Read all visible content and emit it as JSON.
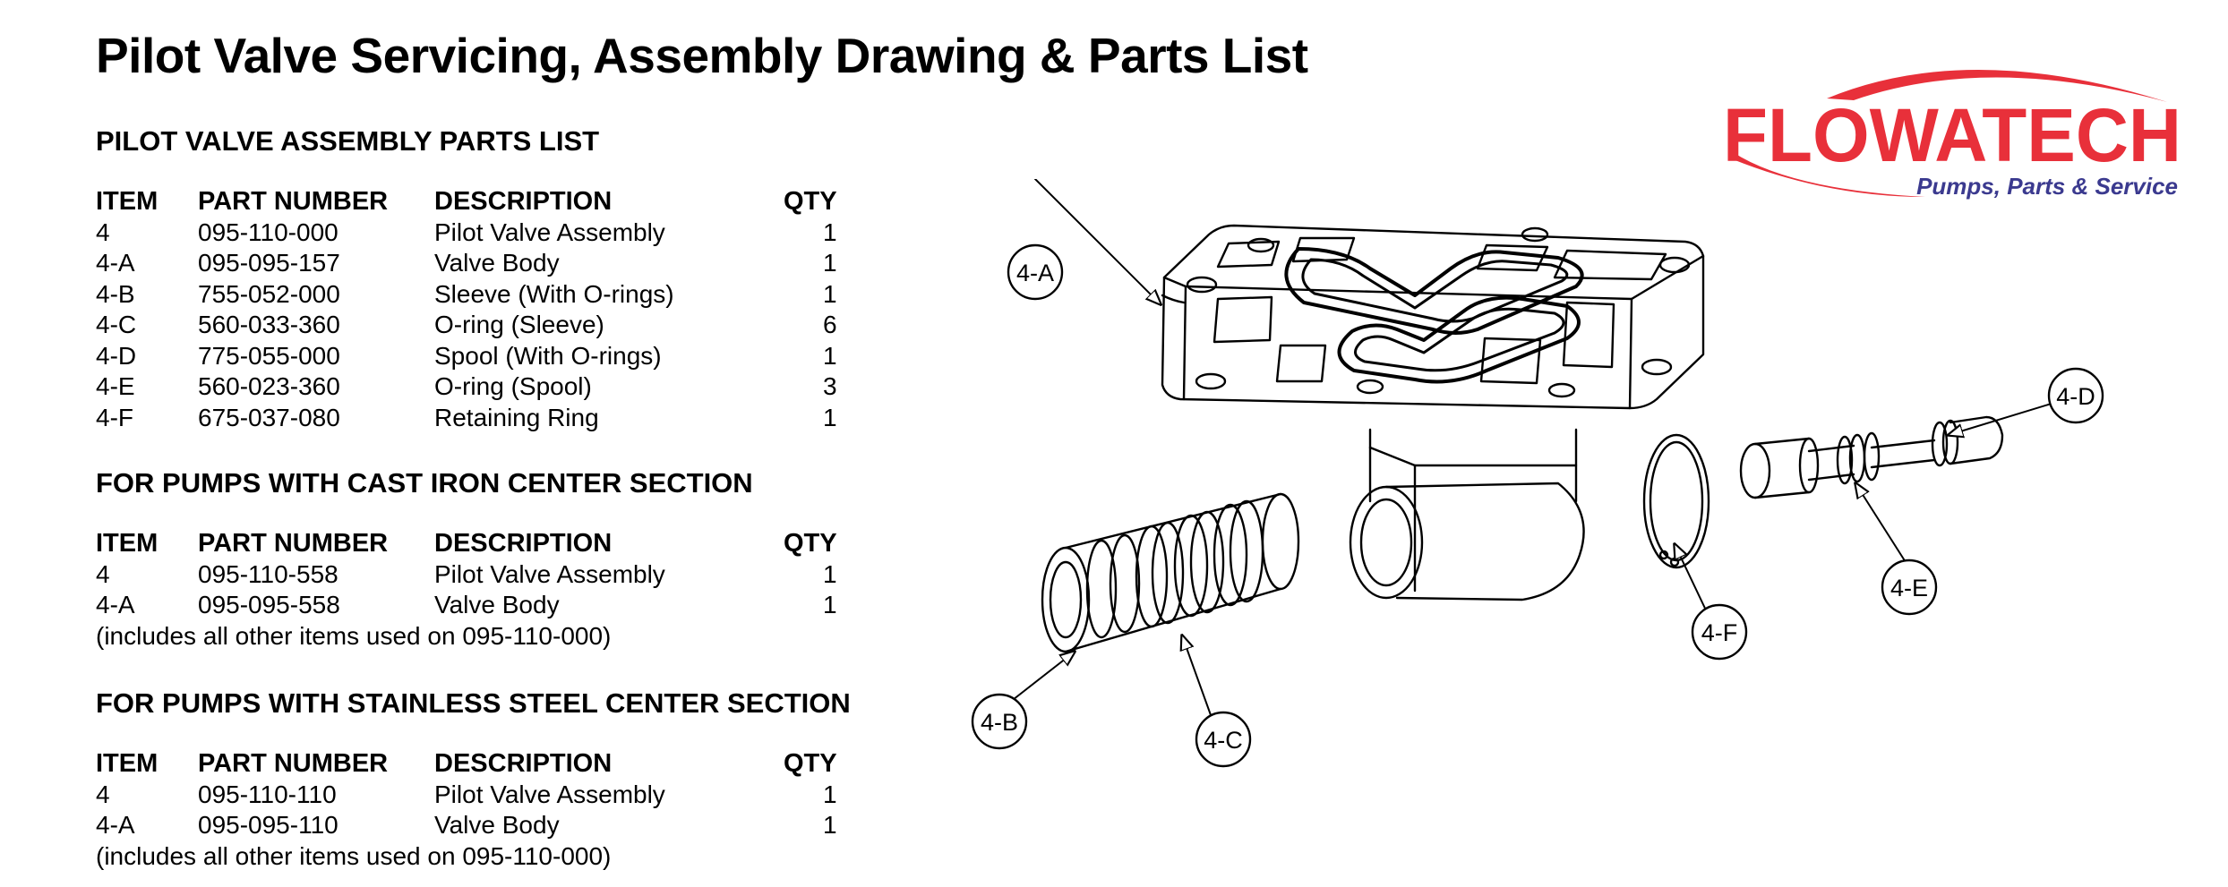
{
  "title": "Pilot Valve Servicing, Assembly Drawing & Parts List",
  "logo": {
    "brand": "FLOWATECH",
    "tagline": "Pumps, Parts & Service",
    "brand_color": "#e8303a",
    "tagline_color": "#3b3a8f"
  },
  "columns": {
    "item": "ITEM",
    "part": "PART NUMBER",
    "desc": "DESCRIPTION",
    "qty": "QTY"
  },
  "sections": [
    {
      "heading": "PILOT VALVE ASSEMBLY PARTS LIST",
      "rows": [
        {
          "item": "4",
          "part": "095-110-000",
          "desc": "Pilot Valve Assembly",
          "qty": "1"
        },
        {
          "item": "4-A",
          "part": "095-095-157",
          "desc": "Valve Body",
          "qty": "1"
        },
        {
          "item": "4-B",
          "part": "755-052-000",
          "desc": "Sleeve (With O-rings)",
          "qty": "1"
        },
        {
          "item": "4-C",
          "part": "560-033-360",
          "desc": "O-ring (Sleeve)",
          "qty": "6"
        },
        {
          "item": "4-D",
          "part": "775-055-000",
          "desc": "Spool (With O-rings)",
          "qty": "1"
        },
        {
          "item": "4-E",
          "part": "560-023-360",
          "desc": "O-ring (Spool)",
          "qty": "3"
        },
        {
          "item": "4-F",
          "part": "675-037-080",
          "desc": "Retaining Ring",
          "qty": "1"
        }
      ]
    },
    {
      "heading": "FOR PUMPS WITH CAST IRON CENTER SECTION",
      "rows": [
        {
          "item": "4",
          "part": "095-110-558",
          "desc": "Pilot Valve Assembly",
          "qty": "1"
        },
        {
          "item": "4-A",
          "part": "095-095-558",
          "desc": "Valve Body",
          "qty": "1"
        }
      ],
      "note": "(includes all other items used on 095-110-000)"
    },
    {
      "heading": "FOR PUMPS WITH STAINLESS STEEL CENTER SECTION",
      "rows": [
        {
          "item": "4",
          "part": "095-110-110",
          "desc": "Pilot Valve Assembly",
          "qty": "1"
        },
        {
          "item": "4-A",
          "part": "095-095-110",
          "desc": "Valve Body",
          "qty": "1"
        }
      ],
      "note": "(includes all other items used on 095-110-000)"
    }
  ],
  "callouts": {
    "a": "4-A",
    "b": "4-B",
    "c": "4-C",
    "d": "4-D",
    "e": "4-E",
    "f": "4-F"
  }
}
